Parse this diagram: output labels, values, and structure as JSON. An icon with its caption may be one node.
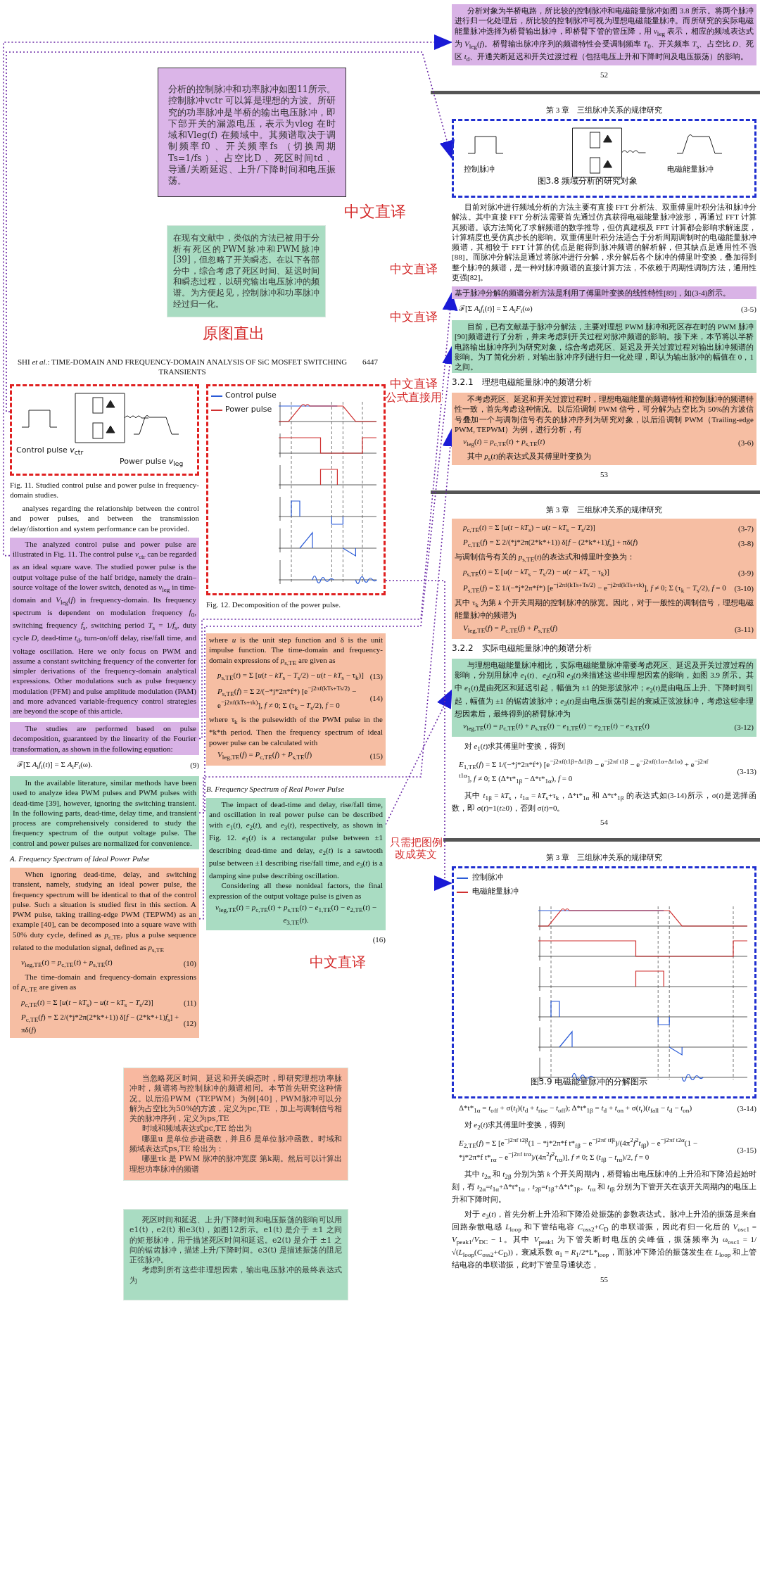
{
  "diagram": {
    "nodes": [
      {
        "text": [
          "分析的控制脉冲和功率脉冲如图11所示。控制脉冲vctr 可以算是理想的方波。所研究的功率脉冲是半桥的输出电压脉冲，即下部开关的漏源电压，表示为vleg 在时域和Vleg(f) 在频域中。其频谱取决于调制频率f0 、开关频率fs （切换周期Ts=1/fs ）、占空比D 、死区时间td 、导通/关断延迟、上升/下降时间和电压振荡。"
        ]
      },
      {
        "text": [
          "在现有文献中，类似的方法已被用于分析有死区的PWM脉冲和PWM脉冲[39]，但忽略了开关瞬态。在以下各部分中，综合考虑了死区时间、延迟时间和瞬态过程，以研究输出电压脉冲的频谱。为方便起见，控制脉冲和功率脉冲经过归一化。"
        ]
      },
      {
        "text": [
          "当忽略死区时间、延迟和开关瞬态时，即研究理想功率脉冲时，频谱将与控制脉冲的频谱相同。本节首先研究这种情况。以后沿PWM（TEPWM）为例[40]，PWM脉冲可以分解为占空比为50%的方波，定义为pc,TE ，加上与调制信号相关的脉冲序列，定义为ps,TE",
          "时域和频域表达式pc,TE 给出为",
          "哪里u 是单位步进函数，并且δ 是单位脉冲函数。时域和频域表达式ps,TE 给出为：",
          "哪里τk 是 PWM 脉冲的脉冲宽度 第k期。然后可以计算出理想功率脉冲的频谱"
        ]
      },
      {
        "text": [
          "死区时间和延迟、上升/下降时间和电压振荡的影响可以用e1(t)，e2(t) 和e3(t)，如图12所示。e1(t) 是介于 ±1 之间的矩形脉冲，用于描述死区时间和延迟。e2(t) 是介于 ±1 之间的锯齿脉冲，描述上升/下降时间。e3(t) 是描述振荡的阻尼正弦脉冲。",
          "考虑到所有这些非理想因素，输出电压脉冲的最终表达式为"
        ]
      },
      {
        "text": [
          "Control pulse *v*$_{ctr}$",
          "Power pulse *v*$_{leg}$"
        ],
        "beside": [
          "Fig. 11.  Studied control pulse and power pulse in frequency-domain studies."
        ]
      },
      {
        "text": [
          "Control pulse",
          "Power pulse"
        ],
        "beside": [
          "Fig. 12.  Decomposition of the power pulse."
        ]
      },
      {
        "text": [
          "The analyzed control pulse and power pulse are illustrated in Fig. 11. The control pulse *v*$_{ctr}$ can be regarded as an ideal square wave. The studied power pulse is the output voltage pulse of the half bridge, namely the drain–source voltage of the lower switch, denoted as *v*$_{leg}$ in time-domain and *V*$_{leg}$(*f*) in frequency-domain. Its frequency spectrum is dependent on modulation frequency *f*$_{0}$, switching frequency *f*$_{s}$, switching period *T*$_{s}$ = 1/*f*$_{s}$, duty cycle *D*, dead-time *t*$_{d}$, turn-on/off delay, rise/fall time, and voltage oscillation. Here we only focus on PWM and assume a constant switching frequency of the converter for simpler derivations of the frequency-domain analytical expressions. Other modulations such as pulse frequency modulation (PFM) and pulse amplitude modulation (PAM) and more advanced variable-frequency control strategies are beyond the scope of this article."
        ]
      },
      {
        "text": [
          "The studies are performed based on pulse decomposition, guaranteed by the linearity of the Fourier transformation, as shown in the following equation:"
        ]
      },
      {
        "text": [
          "In the available literature, similar methods have been used to analyze idea PWM pulses and PWM pulses with dead-time [39], however, ignoring the switching transient. In the following parts, dead-time, delay time, and transient process are comprehensively considered to study the frequency spectrum of the output voltage pulse. The control and power pulses are normalized for convenience."
        ]
      },
      {
        "text": [
          "When ignoring dead-time, delay, and switching transient, namely, studying an ideal power pulse, the frequency spectrum will be identical to that of the control pulse. Such a situation is studied first in this section. A PWM pulse, taking trailing-edge PWM (TEPWM) as an example [40], can be decomposed into a square wave with 50% duty cycle, defined as *p*$_{c,TE}$, plus a pulse sequence related to the modulation signal, defined as *p*$_{s,TE}$",
          "*v*$_{leg,TE}$(*t*) = *p*$_{c,TE}$(*t*) + *p*$_{s,TE}$(*t*)",
          "(10)",
          "The time-domain and frequency-domain expressions of *p*$_{c,TE}$ are given as",
          "*p*$_{c,TE}$(*t*) = Σ [*u*(*t* − *kT*$_{s}$) − *u*(*t* − *kT*$_{s}$ − *T*$_{s}$/2)]",
          "(11)",
          "*P*$_{c,TE}$(*f*) = Σ 2/(*j*2π(2*k*+1)) δ[*f* − (2*k*+1)*f*$_{s}$] + πδ(*f*)",
          "(12)"
        ]
      },
      {
        "text": [
          "where *u* is the unit step function and δ is the unit impulse function. The time-domain and frequency-domain expressions of *p*$_{s,TE}$ are given as",
          "*p*$_{s,TE}$(*t*) = Σ [*u*(*t* − *kT*$_{s}$ − *T*$_{s}$/2) − *u*(*t* − *kT*$_{s}$ − τ$_{k}$)]",
          "(13)",
          "*P*$_{s,TE}$(*f*) = Σ 2/(−*j*2π*f*) [e$^{−j2πf(kTs+Ts/2)}$ − e$^{−j2πf(kTs+τk)}$], *f* ≠ 0;  Σ (τ$_{k}$ − *T*$_{s}$/2), *f* = 0",
          "(14)",
          "where τ$_{k}$ is the pulsewidth of the PWM pulse in the *k*th period. Then the frequency spectrum of ideal power pulse can be calculated with",
          "*V*$_{leg,TE}$(*f*) = *P*$_{c,TE}$(*f*) + *P*$_{s,TE}$(*f*)",
          "(15)"
        ]
      },
      {
        "text": [
          "The impact of dead-time and delay, rise/fall time, and oscillation in real power pulse can be described with *e*$_{1}$(*t*), *e*$_{2}$(*t*), and *e*$_{3}$(*t*), respectively, as shown in Fig. 12. *e*$_{1}$(*t*) is a rectangular pulse between ±1 describing dead-time and delay, *e*$_{2}$(*t*) is a sawtooth pulse between ±1 describing rise/fall time, and *e*$_{3}$(*t*) is a damping sine pulse describing oscillation.",
          "Considering all these nonideal factors, the final expression of the output voltage pulse is given as",
          "*v*$_{leg,TE}$(*t*) = *p*$_{c,TE}$(*t*) + *p*$_{s,TE}$(*t*) − *e*$_{1,TE}$(*t*) − *e*$_{2,TE}$(*t*) − *e*$_{3,TE}$(*t*)."
        ]
      },
      {
        "text": [
          "分析对象为半桥电路，所比较的控制脉冲和电磁能量脉冲如图 3.8 所示。将两个脉冲进行归一化处理后，所比较的控制脉冲可视为理想电磁能量脉冲。而所研究的实际电磁能量脉冲选择为桥臂输出脉冲，即桥臂下管的管压降，用 *v*$_{leg}$ 表示，相应的频域表达式为 *V*$_{leg}$(*f*)。桥臂输出脉冲序列的频谱特性会受调制频率 *T*$_{0}$、开关频率 *T*$_{s}$、占空比 *D*、死区 *t*$_{d}$、开通关断延迟和开关过渡过程（包括电压上升和下降时间及电压振荡）的影响。"
        ]
      },
      {
        "text": [
          "控制脉冲",
          "电磁能量脉冲",
          "图3.8  频域分析的研究对象"
        ]
      },
      {
        "text": [
          "基于脉冲分解的频谱分析方法是利用了傅里叶变换的线性特性[89]，如(3-4)所示。"
        ]
      },
      {
        "text": [
          "目前，已有文献基于脉冲分解法，主要对理想 PWM 脉冲和死区存在时的 PWM 脉冲[90]频谱进行了分析，并未考虑到开关过程对脉冲频谱的影响。接下来，本节将以半桥电路输出脉冲序列为研究对象，综合考虑死区、延迟及开关过渡过程对输出脉冲频谱的影响。为了简化分析，对输出脉冲序列进行归一化处理，即认为输出脉冲的幅值在 0，1 之间。"
        ]
      },
      {
        "text": [
          "不考虑死区、延迟和开关过渡过程时，理想电磁能量的频谱特性和控制脉冲的频谱特性一致，首先考虑这种情况。以后沿调制 PWM 信号，可分解为占空比为 50%的方波信号叠加一个与调制信号有关的脉冲序列为研究对象，以后沿调制 PWM（Trailing-edge PWM, TEPWM）为例，进行分析，有",
          "*v*$_{leg}$(*t*) = *p*$_{c,TE}$(*t*) + *p*$_{s,TE}$(*t*)",
          "(3-6)",
          "其中 *p*$_{s}$(*t*)的表达式及其傅里叶变换为"
        ]
      },
      {
        "text": [
          "*p*$_{c,TE}$(*t*) = Σ [*u*(*t* − *kT*$_{s}$) − *u*(*t* − *kT*$_{s}$ − *T*$_{s}$/2)]",
          "(3-7)",
          "*P*$_{c,TE}$(*f*) = Σ 2/(*j*2π(2*k*+1)) δ[*f* − (2*k*+1)*f*$_{s}$] + πδ(*f*)",
          "(3-8)",
          "与调制信号有关的 *p*$_{s,TE}$(*t*)的表达式和傅里叶变换为：",
          "*p*$_{s,TE}$(*t*) = Σ [*u*(*t* − *kT*$_{s}$ − *T*$_{s}$/2) − *u*(*t* − *kT*$_{s}$ − τ$_{k}$)]",
          "(3-9)",
          "*P*$_{s,TE}$(*f*) = Σ 1/(−*j*2π*f*) [e$^{−j2πf(kTs+Ts/2)}$ − e$^{−j2πf(kTs+τk)}$], *f* ≠ 0;  Σ (τ$_{k}$ − *T*$_{s}$/2), *f* = 0",
          "(3-10)",
          "其中 τ$_{k}$ 为第 *k* 个开关周期的控制脉冲的脉宽。因此，对于一般性的调制信号，理想电磁能量脉冲的频谱为",
          "*V*$_{leg,TE}$(*f*) = *P*$_{c,TE}$(*f*) + *P*$_{s,TE}$(*f*)",
          "(3-11)"
        ]
      },
      {
        "text": [
          "与理想电磁能量脉冲相比，实际电磁能量脉冲需要考虑死区、延迟及开关过渡过程的影响，分别用脉冲 *e*$_{1}$(*t*)、*e*$_{2}$(*t*)和 *e*$_{3}$(*t*)来描述这些非理想因素的影响，如图 3.9 所示。其中 *e*$_{1}$(*t*)是由死区和延迟引起，幅值为 ±1 的矩形波脉冲；*e*$_{2}$(*t*)是由电压上升、下降时间引起，幅值为 ±1 的锯齿波脉冲；*e*$_{3}$(*t*)是由电压振荡引起的衰减正弦波脉冲，考虑这些非理想因素后，最终得到的桥臂脉冲为",
          "*v*$_{leg,TE}$(*t*) = *p*$_{c,TE}$(*t*) + *p*$_{s,TE}$(*t*) − *e*$_{1,TE}$(*t*) − *e*$_{2,TE}$(*t*) − *e*$_{3,TE}$(*t*)",
          "(3-12)"
        ]
      },
      {
        "text": [
          "控制脉冲",
          "电磁能量脉冲",
          "图3.9  电磁能量脉冲的分解图示"
        ]
      }
    ],
    "edges": [
      {
        "from": 6,
        "to": 12,
        "arrow": "to"
      },
      {
        "from": 4,
        "to": 13,
        "arrow": "to"
      },
      {
        "from": 7,
        "to": 14,
        "arrow": "to"
      },
      {
        "from": 8,
        "to": 15,
        "arrow": "to"
      },
      {
        "from": 9,
        "to": 16,
        "arrow": "to"
      },
      {
        "from": 11,
        "to": 18,
        "arrow": "to"
      },
      {
        "from": 5,
        "to": 19,
        "arrow": "to"
      }
    ],
    "labels": [
      "SHI *et al.*: TIME-DOMAIN AND FREQUENCY-DOMAIN ANALYSIS OF SiC MOSFET SWITCHING TRANSIENTS",
      "6447",
      "analyses regarding the relationship between the control and power pulses, and between the transmission delay/distortion and system performance can be provided.",
      "ℱ[Σ *A*$_{i}$*f*$_{i}$(*t*)] = Σ *A*$_{i}$*F*$_{i}$(ω).",
      "(9)",
      "A. Frequency Spectrum of Ideal Power Pulse",
      "B. Frequency Spectrum of Real Power Pulse",
      "(16)",
      "原图直出",
      "中文直译",
      "中文直译",
      "中文直译",
      "中文直译",
      "公式直接用",
      "中文直译",
      "只需把图例改成英文",
      "52",
      "第 3 章　三组脉冲关系的规律研究",
      "目前对脉冲进行频域分析的方法主要有直接 FFT 分析法、双重傅里叶积分法和脉冲分解法。其中直接 FFT 分析法需要首先通过仿真获得电磁能量脉冲波形，再通过 FFT 计算其频谱。该方法简化了求解频谱的数学推导，但仿真建模及 FFT 计算都会影响求解速度，计算精度也受仿真步长的影响。双重傅里叶积分法适合于分析周期调制时的电磁能量脉冲频谱，其相较于 FFT 计算的优点是能得到脉冲频谱的解析解，但其缺点是通用性不强[88]。而脉冲分解法是通过将脉冲进行分解，求分解后各个脉冲的傅里叶变换，叠加得到整个脉冲的频谱，是一种对脉冲频谱的直接计算方法，不依赖于周期性调制方法，通用性更强[82]。",
      "ℱ[Σ *A*$_{i}$*f*$_{i}$(*t*)] = Σ *A*$_{i}$*F*$_{i}$(ω)",
      "(3-5)",
      "3.2.1　理想电磁能量脉冲的频谱分析",
      "53",
      "第 3 章　三组脉冲关系的规律研究",
      "3.2.2　实际电磁能量脉冲的频谱分析",
      "对 *e*$_{1}$(*t*)求其傅里叶变换，得到",
      "*E*$_{1,TE}$(*f*) = Σ 1/(−*j*2π*f*) [e$^{−j2πf(t1β+Δt1β)}$ − e$^{−j2πf t1β}$ − e$^{−j2πf(t1α+Δt1α)}$ + e$^{−j2πf t1α}$], *f* ≠ 0;  Σ (Δ*t*$_{1β}$ − Δ*t*$_{1α}$), *f* = 0",
      "(3-13)",
      "其中 *t*$_{1β}$ = *kT*$_{s}$，*t*$_{1α}$ = *kT*$_{s}$+τ$_{k}$，Δ*t*$_{1α}$ 和 Δ*t*$_{1β}$ 的表达式如(3-14)所示，σ(*t*)是选择函数，即 σ(*t*)=1(*t*≥0)，否则 σ(*t*)=0。",
      "54",
      "第 3 章　三组脉冲关系的规律研究",
      "Δ*t*$_{1α}$ = *t*$_{off}$ + σ(*t*$_{f}$)(*t*$_{d}$ + *t*$_{rise}$ − *t*$_{off}$);  Δ*t*$_{1β}$ = *t*$_{d}$ + *t*$_{on}$ + σ(*t*$_{r}$)(*t*$_{fall}$ − *t*$_{d}$ − *t*$_{on}$)",
      "(3-14)",
      "对 *e*$_{2}$(*t*)求其傅里叶变换，得到",
      "*E*$_{2,TE}$(*f*) = Σ [e$^{−j2πf t2β}$(1 − *j*2π*f t*$_{fβ}$ − e$^{−j2πf tfβ}$)/(4π$^{2}$*f*$^{2}$*t*$_{fβ}$) − e$^{−j2πf t2α}$(1 − *j*2π*f t*$_{rα}$ − e$^{−j2πf trα}$)/(4π$^{2}$*f*$^{2}$*t*$_{rα}$)], *f* ≠ 0;  Σ (*t*$_{fβ}$ − *t*$_{rα}$)/2, *f* = 0",
      "(3-15)",
      "其中 *t*$_{2α}$ 和 *t*$_{2β}$ 分别为第 *k* 个开关周期内，桥臂输出电压脉冲的上升沿和下降沿起始时刻，有 *t*$_{2α}$=*t*$_{1α}$+Δ*t*$_{1α}$，*t*$_{2β}$=*t*$_{1β}$+Δ*t*$_{1β}$。*t*$_{rα}$ 和 *t*$_{fβ}$ 分别为下管开关在该开关周期内的电压上升和下降时间。",
      "对于 *e*$_{3}$(*t*)，首先分析上升沿和下降沿处振荡的参数表达式。脉冲上升沿的振荡是来自回路杂散电感 *L*$_{loop}$ 和下管结电容 *C*$_{oss2}$+*C*$_{D}$ 的串联谐振，因此有归一化后的 *V*$_{osc1}$ = *V*$_{peak1}$/*V*$_{DC}$ − 1。其中 *V*$_{peak1}$ 为下管关断时电压的尖峰值，振荡频率为 ω$_{osc1}$ = 1/√(*L*$_{loop}$(*C*$_{oss2}$+*C*$_{D}$))，衰减系数 α$_{1}$ = *R*$_{1}$/2*L*$_{loop}$，而脉冲下降沿的振荡发生在 *L*$_{loop}$ 和上管结电容的串联谐振，此时下管呈导通状态，",
      "55"
    ]
  }
}
